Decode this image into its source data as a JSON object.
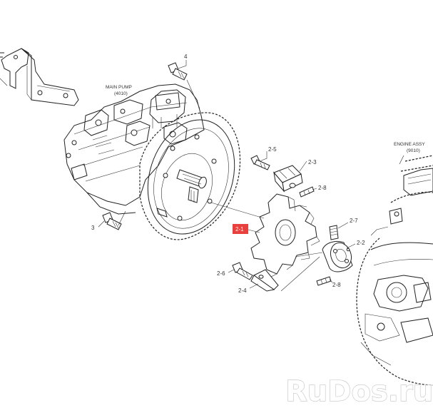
{
  "assemblies": {
    "main_pump": {
      "name": "MAIN PUMP",
      "code": "(4010)"
    },
    "engine": {
      "name": "ENGINE ASSY",
      "code": "(9010)"
    }
  },
  "callouts": {
    "c4": "4",
    "c3": "3",
    "c2_5": "2-5",
    "c2_3": "2-3",
    "c2_8a": "2-8",
    "c2_1": "2-1",
    "c2_7": "2-7",
    "c2_2": "2-2",
    "c2_6": "2-6",
    "c2_4": "2-4",
    "c2_8b": "2-8"
  },
  "highlight_color": "#e8403c",
  "watermark": "RuDos.ru"
}
